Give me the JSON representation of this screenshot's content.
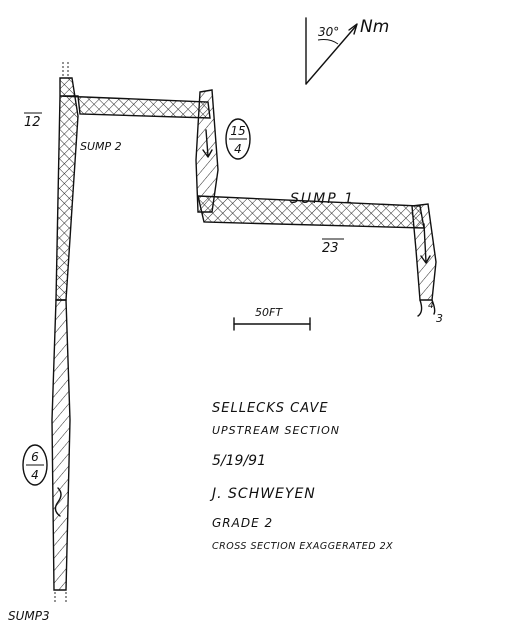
{
  "north_arrow": {
    "angle_label": "30°",
    "label": "Nm"
  },
  "passage_labels": {
    "sump2": "SUMP 2",
    "sump1": "SUMP 1",
    "sump3": "SUMP3"
  },
  "depth_labels": {
    "left": "12",
    "right": "23",
    "end_mark": "4",
    "end_mark_2": "3"
  },
  "station_fractions": {
    "upper": {
      "numerator": "15",
      "denominator": "4"
    },
    "lower": {
      "numerator": "6",
      "denominator": "4"
    }
  },
  "scale_bar": {
    "label": "50FT"
  },
  "title_block": {
    "cave_name": "SELLECKS CAVE",
    "section": "UPSTREAM SECTION",
    "date": "5/19/91",
    "author": "J. SCHWEYEN",
    "grade": "GRADE 2",
    "note": "CROSS SECTION EXAGGERATED 2X"
  }
}
